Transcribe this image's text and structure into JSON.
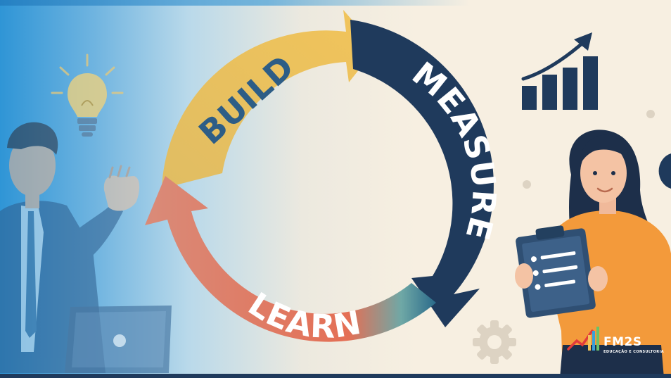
{
  "cycle": {
    "build_label": "BUILD",
    "measure_label": "MEASURE",
    "learn_label": "LEARN"
  },
  "logo": {
    "name": "FM2S",
    "tagline": "EDUCAÇÃO E CONSULTORIA"
  },
  "colors": {
    "build_arrow": "#f0c35a",
    "measure_arrow": "#1f3a5c",
    "learn_arrow": "#e2765c",
    "background": "#f7efe1",
    "left_gradient": "#2f95d6",
    "woman_shirt": "#f39a3b"
  },
  "icons": [
    "lightbulb-icon",
    "bar-chart-icon",
    "gear-icon",
    "laptop-icon",
    "clipboard-icon"
  ]
}
